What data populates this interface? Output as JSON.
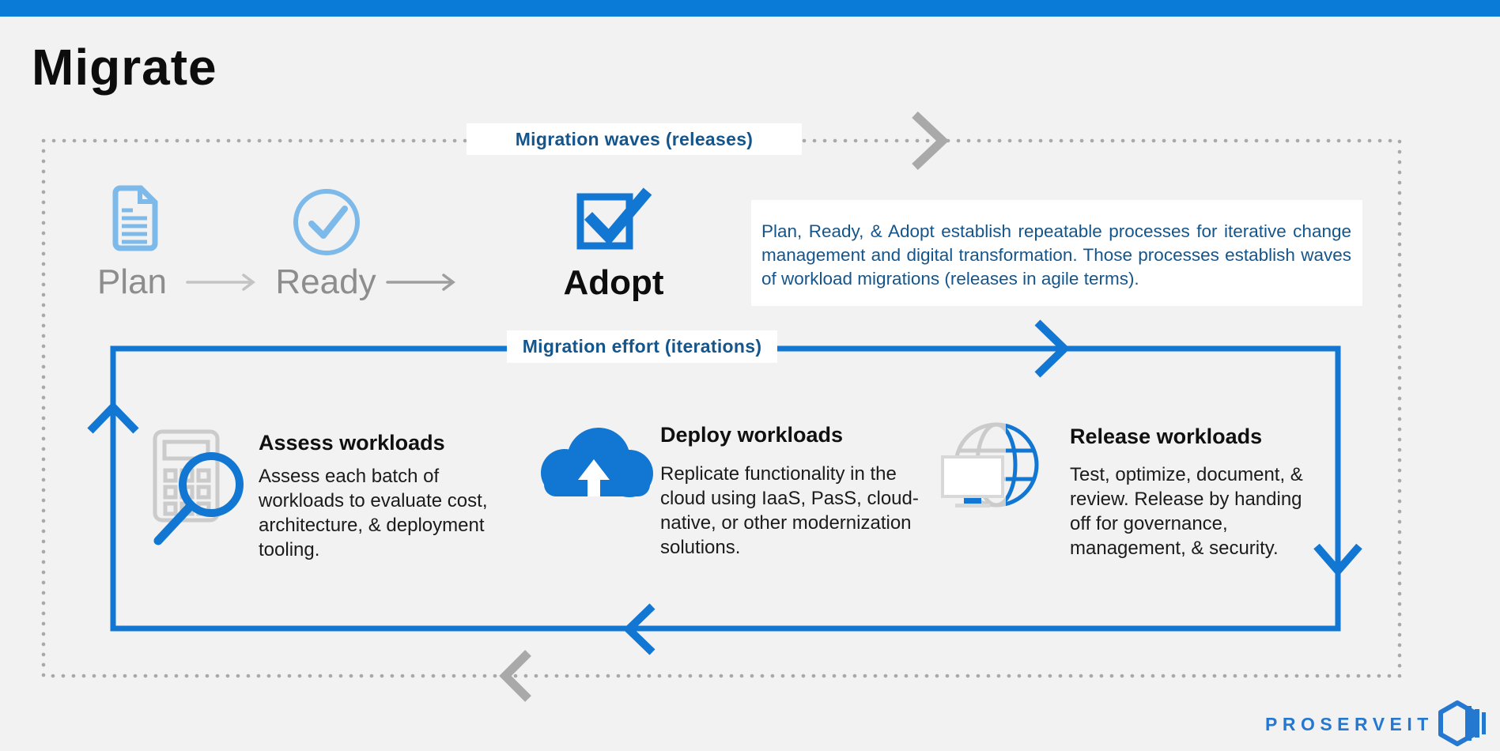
{
  "colors": {
    "top_bar": "#0a7cd8",
    "accent_blue": "#1277d2",
    "light_blue": "#7db9e9",
    "navy_text": "#14568c",
    "gray_label": "#8d8d8d",
    "gray_icon": "#cbcbcb",
    "gray_dots": "#a9a9a9",
    "background": "#f2f2f2",
    "brand_blue": "#2578cf"
  },
  "title": "Migrate",
  "waves_loop": {
    "label": "Migration waves (releases)",
    "stages": [
      {
        "name": "Plan",
        "icon": "document-icon"
      },
      {
        "name": "Ready",
        "icon": "check-circle-icon"
      },
      {
        "name": "Adopt",
        "icon": "checkbox-check-icon"
      }
    ],
    "description": "Plan, Ready, & Adopt establish repeatable processes for iterative change management and digital transformation. Those processes establish waves of workload migrations (releases in agile terms)."
  },
  "effort_loop": {
    "label": "Migration effort (iterations)",
    "steps": [
      {
        "title": "Assess workloads",
        "description": "Assess each batch of workloads to evaluate cost, architecture, & deployment tooling.",
        "icon": "calculator-magnifier-icon"
      },
      {
        "title": "Deploy workloads",
        "description": "Replicate functionality in the cloud using IaaS, PasS, cloud-native, or other modernization solutions.",
        "icon": "cloud-upload-icon"
      },
      {
        "title": "Release workloads",
        "description": "Test, optimize, document, & review. Release by handing off for governance, management, & security.",
        "icon": "globe-monitor-icon"
      }
    ]
  },
  "brand": {
    "name": "PROSERVEIT",
    "logo_icon": "hexagon-prism-icon"
  }
}
